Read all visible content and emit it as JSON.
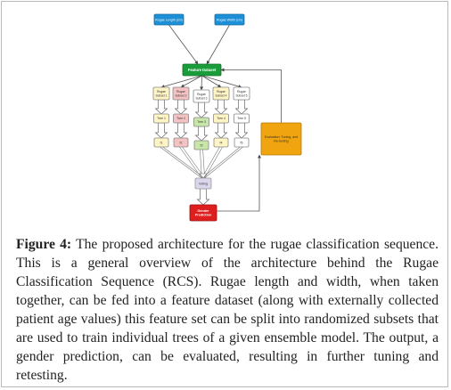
{
  "figure": {
    "inputs": [
      "Rugae Length (cm)",
      "Rugae Width (cm)"
    ],
    "feature_dataset": "Feature Dataset",
    "subsets": [
      "Rugae Subset 1",
      "Rugae Subset 2",
      "Rugae Subset 3",
      "Rugae Subset 4",
      "Rugae Subset 5"
    ],
    "trees": [
      "Tree 1",
      "Tree 2",
      "Tree 3",
      "Tree 4",
      "Tree 5"
    ],
    "outputs": [
      "f1",
      "f2",
      "f3",
      "f4",
      "f5"
    ],
    "voting": "Voting",
    "gender_prediction_line1": "Gender",
    "gender_prediction_line2": "Prediction",
    "evaluation_line1": "Evaluation: Tuning, and",
    "evaluation_line2": "Re-testing",
    "colors": {
      "input_blue": "#1c8fd6",
      "dataset_green": "#1a9c3a",
      "evaluation_orange": "#f0a410",
      "gender_red": "#dd1f1f",
      "voting_lavender": "#dcd6ec",
      "subset_fills": [
        "#fff4c4",
        "#f4c2c2",
        "#ffffff",
        "#fff4c4",
        "#ffffff"
      ],
      "tree_fills": [
        "#fff4c4",
        "#f4c2c2",
        "#c8e6a8",
        "#fff4c4",
        "#ffffff"
      ],
      "output_fills": [
        "#fff4c4",
        "#f4c2c2",
        "#c8e6a8",
        "#fff4c4",
        "#ffffff"
      ]
    }
  },
  "caption": {
    "label": "Figure 4:",
    "text": " The proposed architecture for the rugae classification sequence. This is a general overview of the architecture behind the Rugae Classification Sequence (RCS). Rugae length and width, when taken together, can be fed into a feature dataset (along with externally collected patient age values) this feature set can be split into randomized subsets that are used to train individual trees of a given ensemble model. The output, a gender prediction, can be evaluated, resulting in further tuning and retesting."
  }
}
